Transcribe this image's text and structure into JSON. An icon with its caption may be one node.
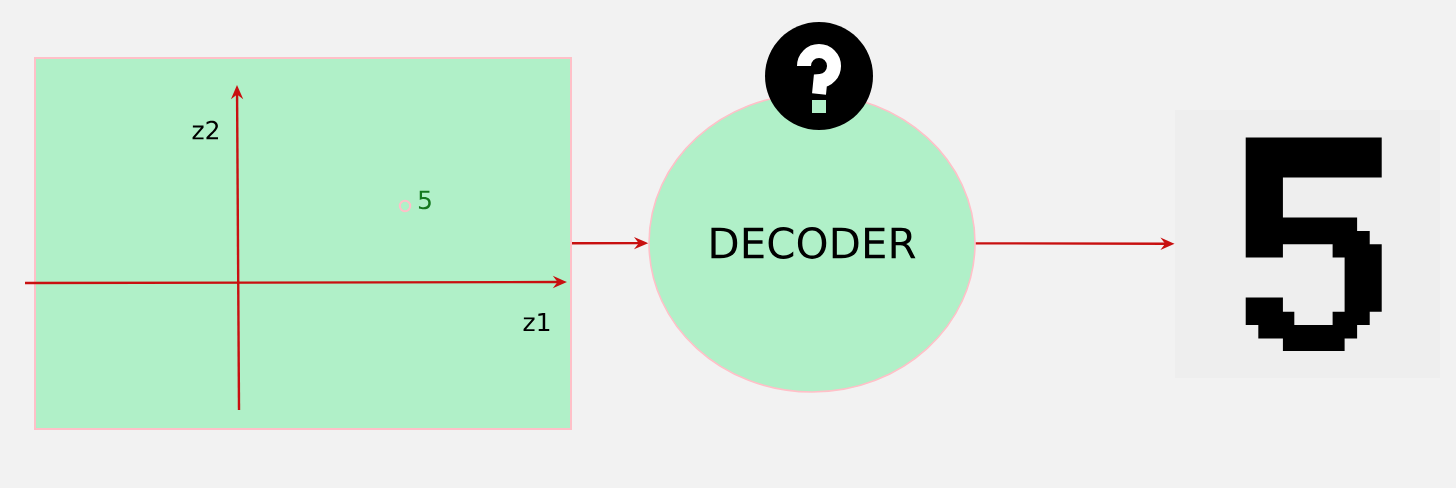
{
  "diagram": {
    "nodes": [
      {
        "text": [],
        "shape": "box"
      },
      {
        "text": [
          "DECODER"
        ]
      },
      {
        "text": [],
        "shape": "picture"
      }
    ],
    "edges": [
      {
        "from": 0,
        "to": 1,
        "arrow": "to"
      },
      {
        "from": 1,
        "to": 2,
        "arrow": "to"
      }
    ],
    "labels": [
      "z2",
      "5",
      "z1"
    ]
  }
}
